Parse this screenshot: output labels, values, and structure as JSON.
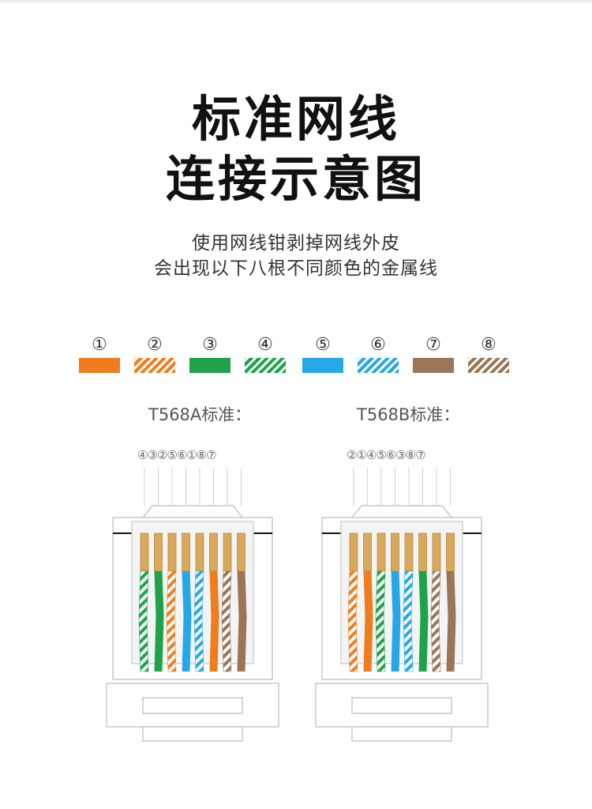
{
  "title": {
    "line1": "标准网线",
    "line2": "连接示意图"
  },
  "subtitle": {
    "line1": "使用网线钳剥掉网线外皮",
    "line2": "会出现以下八根不同颜色的金属线"
  },
  "legend": [
    {
      "num": "①",
      "color": "#f07c1e",
      "striped": false
    },
    {
      "num": "②",
      "color": "#f07c1e",
      "striped": true
    },
    {
      "num": "③",
      "color": "#1fa34a",
      "striped": false
    },
    {
      "num": "④",
      "color": "#1fa34a",
      "striped": true
    },
    {
      "num": "⑤",
      "color": "#26a8e8",
      "striped": false
    },
    {
      "num": "⑥",
      "color": "#26a8e8",
      "striped": true
    },
    {
      "num": "⑦",
      "color": "#9a7557",
      "striped": false
    },
    {
      "num": "⑧",
      "color": "#9a7557",
      "striped": true
    }
  ],
  "standards": [
    {
      "label": "T568A标准：",
      "sequence": "④③②⑤⑥①⑧⑦",
      "order": [
        4,
        3,
        2,
        5,
        6,
        1,
        8,
        7
      ]
    },
    {
      "label": "T568B标准：",
      "sequence": "②①④⑤⑥③⑧⑦",
      "order": [
        2,
        1,
        4,
        5,
        6,
        3,
        8,
        7
      ]
    }
  ],
  "colors": {
    "gold": "#d9a85a",
    "outline": "#c9c9c9",
    "stripe_bg": "#ffffff"
  }
}
